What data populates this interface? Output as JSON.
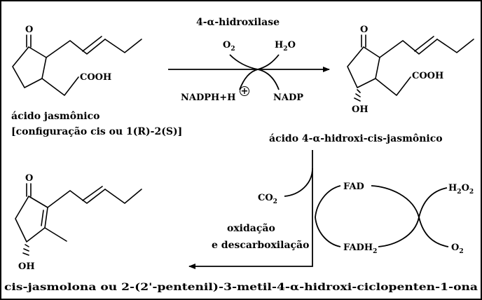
{
  "colors": {
    "background": "#ffffff",
    "ink": "#000000",
    "frame": "#000000"
  },
  "enzyme": "4-α-hidroxilase",
  "reagents": {
    "o2": "O",
    "o2_sub": "2",
    "h2o_h": "H",
    "h2o_sub": "2",
    "h2o_o": "O",
    "nadph": "NADPH+H",
    "plus": "+",
    "nadp": "NADP"
  },
  "compounds": {
    "jasmonic_acid": {
      "name": "ácido jasmônico",
      "config": "[configuração cis ou 1(R)-2(S)]",
      "o_label": "O",
      "acid_label": "COOH"
    },
    "hydroxy_jasmonic": {
      "name": "ácido 4-α-hidroxi-cis-jasmônico",
      "o_label": "O",
      "acid_label": "COOH",
      "oh_label": "OH"
    },
    "jasmolone": {
      "name": "cis-jasmolona ou 2-(2'-pentenil)-3-metil-4-α-hidroxi-ciclopenten-1-ona",
      "o_label": "O",
      "oh_label": "OH"
    }
  },
  "second_step": {
    "co2": "CO",
    "co2_sub": "2",
    "fad": "FAD",
    "fadh": "FADH",
    "fadh_sub": "2",
    "h2o2_h": "H",
    "h2o2_h_sub": "2",
    "h2o2_o": "O",
    "h2o2_o_sub": "2",
    "o2": "O",
    "o2_sub": "2",
    "label_line1": "oxidação",
    "label_line2": "e descarboxilação"
  }
}
